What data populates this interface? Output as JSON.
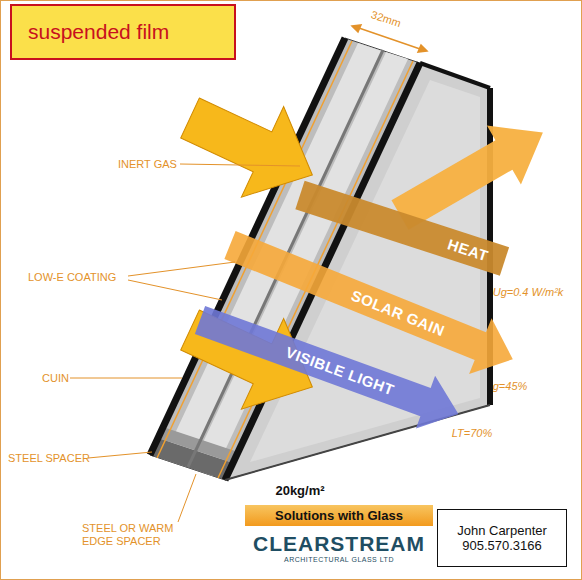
{
  "diagram": {
    "nodes": [
      {
        "text": [
          "suspended film"
        ]
      },
      {
        "text": [
          "Solutions with Glass",
          "CLEARSTREAM",
          "ARCHITECTURAL GLASS LTD"
        ]
      },
      {
        "text": [
          "John Carpenter",
          "905.570.3166"
        ]
      }
    ],
    "labels": [
      "32mm",
      "INERT GAS",
      "LOW-E COATING",
      "CUIN",
      "STEEL SPACER",
      "STEEL OR WARM EDGE SPACER",
      "HEAT",
      "Ug=0.4 W/m²k",
      "SOLAR GAIN",
      "g=45%",
      "VISIBLE LIGHT",
      "LT=70%",
      "20kg/m²"
    ]
  }
}
